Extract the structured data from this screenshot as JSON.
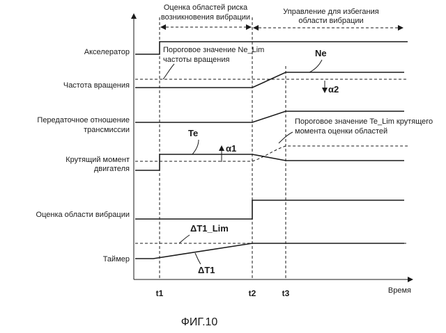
{
  "phases": {
    "estimation": {
      "line1": "Оценка областей риска",
      "line2": "возникновения вибрации"
    },
    "avoidance": {
      "line1": "Управление для избегания",
      "line2": "области вибрации"
    }
  },
  "rows": {
    "accelerator": "Акселератор",
    "rotation_speed": "Частота вращения",
    "gear_ratio": {
      "line1": "Передаточное отношение",
      "line2": "трансмиссии"
    },
    "engine_torque": {
      "line1": "Крутящий момент",
      "line2": "двигателя"
    },
    "vibration_estimate": "Оценка области вибрации",
    "timer": "Таймер"
  },
  "annotations": {
    "ne_threshold": {
      "line1": "Пороговое значение Ne_Lim",
      "line2": "частоты вращения"
    },
    "te_threshold": {
      "line1": "Пороговое значение Te_Lim крутящего",
      "line2": "момента оценки областей"
    },
    "ne": "Ne",
    "te": "Te",
    "alpha1": "α1",
    "alpha2": "α2",
    "dt1_lim": "ΔT1_Lim",
    "dt1": "ΔT1"
  },
  "time_axis": {
    "label": "Время",
    "ticks": [
      "t1",
      "t2",
      "t3"
    ]
  },
  "caption": "ФИГ.10"
}
